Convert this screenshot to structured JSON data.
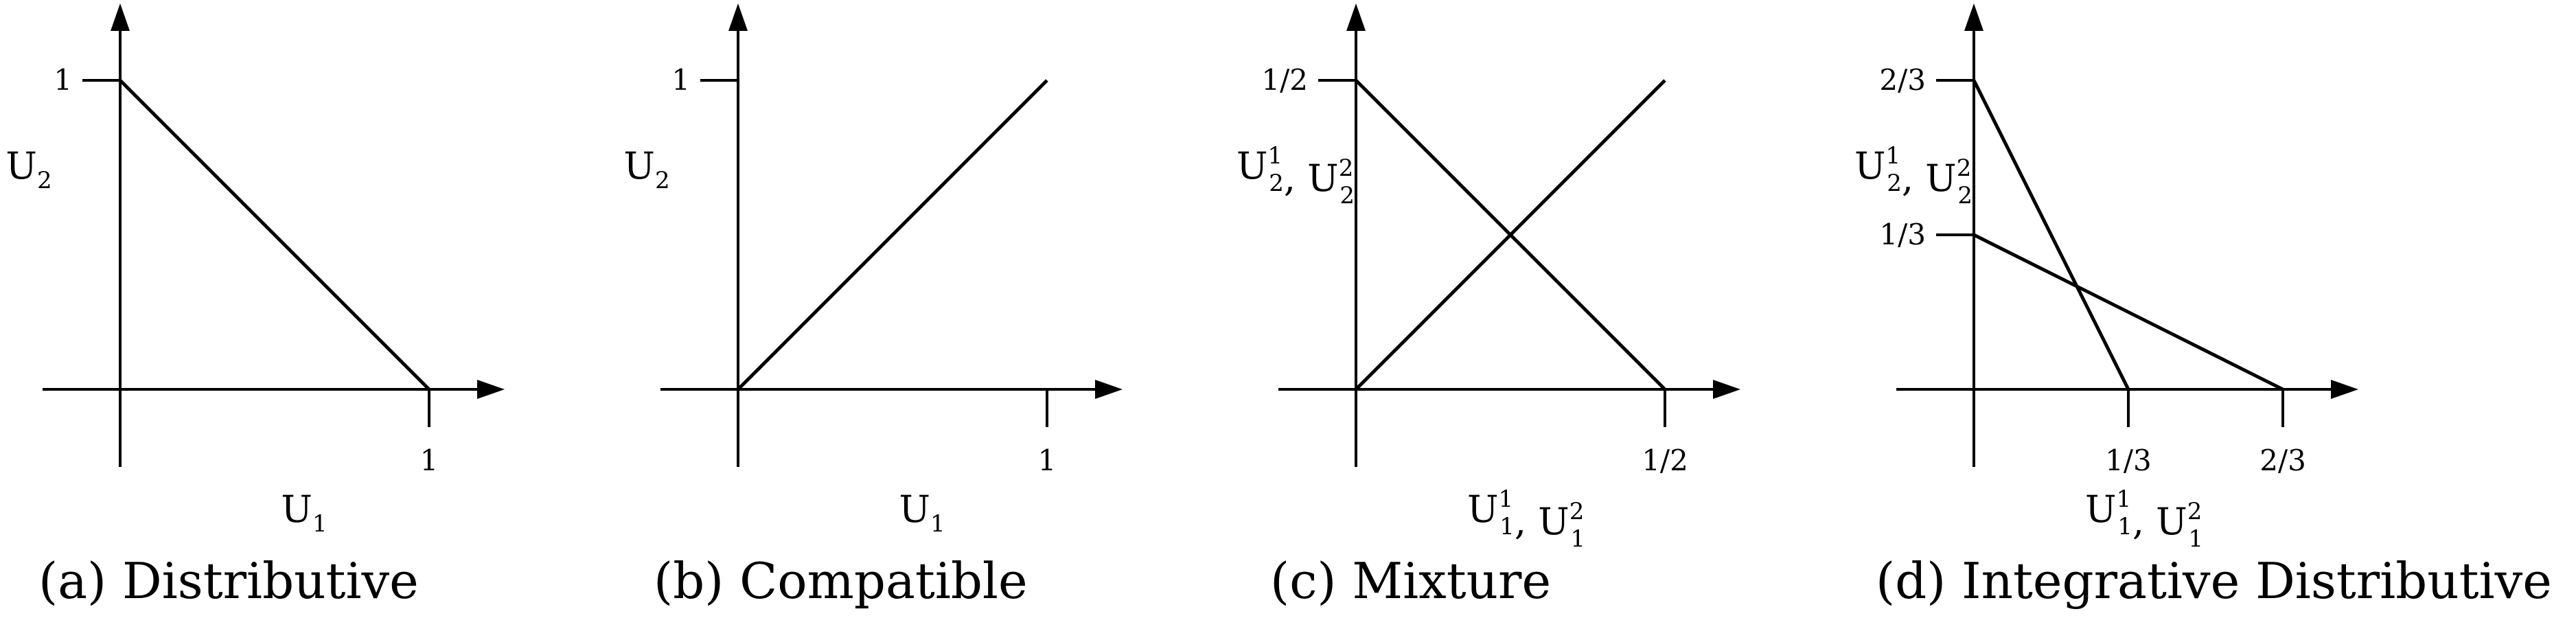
{
  "panels": [
    {
      "caption": "(a) Distributive",
      "x_label": "U",
      "x_sub": "1",
      "x_sup": "",
      "y_label": "U",
      "y_sub": "2",
      "y_sup": "",
      "x_ticks": [
        {
          "value": 1,
          "label": "1"
        }
      ],
      "y_ticks": [
        {
          "value": 1,
          "label": "1"
        }
      ],
      "axis_max": 1.2,
      "lines": [
        {
          "from": [
            0,
            1
          ],
          "to": [
            1,
            0
          ]
        }
      ]
    },
    {
      "caption": "(b) Compatible",
      "x_label": "U",
      "x_sub": "1",
      "x_sup": "",
      "y_label": "U",
      "y_sub": "2",
      "y_sup": "",
      "x_ticks": [
        {
          "value": 1,
          "label": "1"
        }
      ],
      "y_ticks": [
        {
          "value": 1,
          "label": "1"
        }
      ],
      "axis_max": 1.2,
      "lines": [
        {
          "from": [
            0,
            0
          ],
          "to": [
            1,
            1
          ]
        }
      ]
    },
    {
      "caption": "(c) Mixture",
      "x_label": "U",
      "x_sub": "1",
      "x_sup": "1",
      "x_label2": "U",
      "x_sub2": "1",
      "x_sup2": "2",
      "y_label": "U",
      "y_sub": "2",
      "y_sup": "1",
      "y_label2": "U",
      "y_sub2": "2",
      "y_sup2": "2",
      "x_ticks": [
        {
          "value": 0.5,
          "label": "1/2"
        }
      ],
      "y_ticks": [
        {
          "value": 0.5,
          "label": "1/2"
        }
      ],
      "axis_max": 0.6,
      "lines": [
        {
          "from": [
            0,
            0.5
          ],
          "to": [
            0.5,
            0
          ]
        },
        {
          "from": [
            0,
            0
          ],
          "to": [
            0.5,
            0.5
          ]
        }
      ]
    },
    {
      "caption": "(d) Integrative Distributive",
      "x_label": "U",
      "x_sub": "1",
      "x_sup": "1",
      "x_label2": "U",
      "x_sub2": "1",
      "x_sup2": "2",
      "y_label": "U",
      "y_sub": "2",
      "y_sup": "1",
      "y_label2": "U",
      "y_sub2": "2",
      "y_sup2": "2",
      "x_ticks": [
        {
          "value": 0.3333,
          "label": "1/3"
        },
        {
          "value": 0.6667,
          "label": "2/3"
        }
      ],
      "y_ticks": [
        {
          "value": 0.6667,
          "label": "2/3"
        },
        {
          "value": 0.3333,
          "label": "1/3"
        }
      ],
      "axis_max": 0.8,
      "lines": [
        {
          "from": [
            0,
            0.6667
          ],
          "to": [
            0.3333,
            0
          ]
        },
        {
          "from": [
            0,
            0.3333
          ],
          "to": [
            0.6667,
            0
          ]
        }
      ]
    }
  ]
}
